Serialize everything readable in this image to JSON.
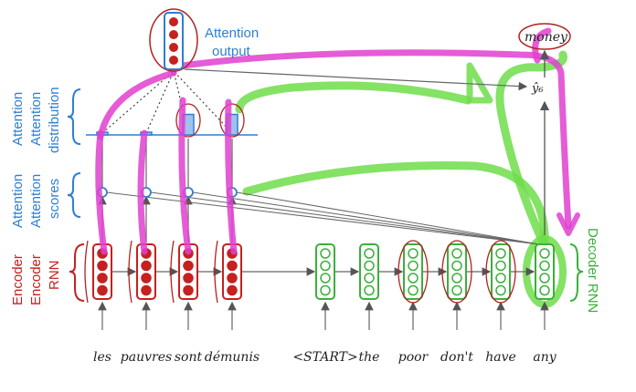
{
  "labels": {
    "attention_output": [
      "Attention",
      "output"
    ],
    "attention_distribution": [
      "Attention",
      "distribution"
    ],
    "attention_scores": [
      "Attention",
      "scores"
    ],
    "encoder_rnn": [
      "Encoder",
      "RNN"
    ],
    "decoder_rnn": "Decoder RNN",
    "output_word": "money",
    "output_symbol": "ŷ₆"
  },
  "source_words": [
    "les",
    "pauvres",
    "sont",
    "démunis"
  ],
  "target_words": [
    "<START>",
    "the",
    "poor",
    "don't",
    "have",
    "any"
  ],
  "attention_distribution_weights": [
    0.05,
    0.05,
    0.45,
    0.45
  ],
  "colors": {
    "encoder": "#c4211f",
    "decoder": "#3bb03b",
    "attention": "#2f7fd0",
    "magenta_annotation": "#e040d0",
    "green_annotation": "#6fdd4a",
    "red_pen": "#b22222"
  }
}
